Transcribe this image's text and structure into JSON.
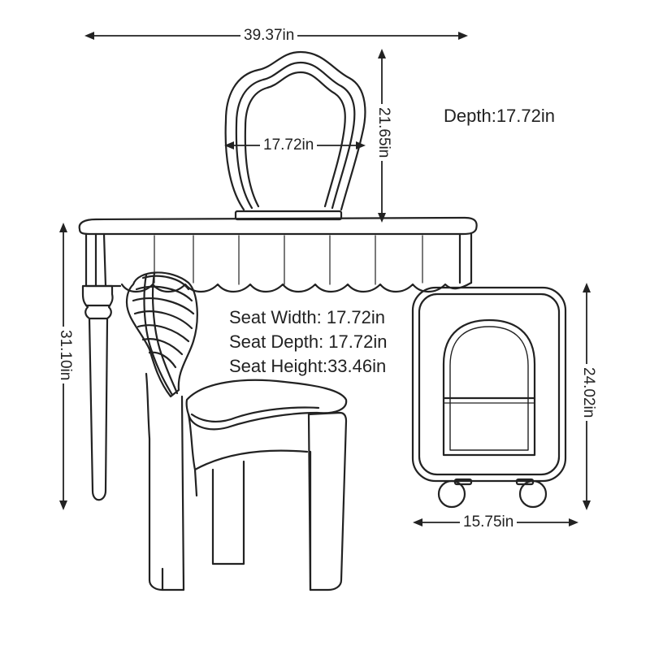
{
  "dimensions": {
    "total_width": "39.37in",
    "mirror_height": "21.65in",
    "mirror_width": "17.72in",
    "depth": "Depth:17.72in",
    "table_height": "31.10in",
    "cabinet_height": "24.02in",
    "cabinet_width": "15.75in"
  },
  "seat": {
    "width": "Seat Width: 17.72in",
    "depth": "Seat Depth: 17.72in",
    "height": "Seat Height:33.46in"
  },
  "colors": {
    "line": "#222222",
    "background": "#ffffff"
  }
}
